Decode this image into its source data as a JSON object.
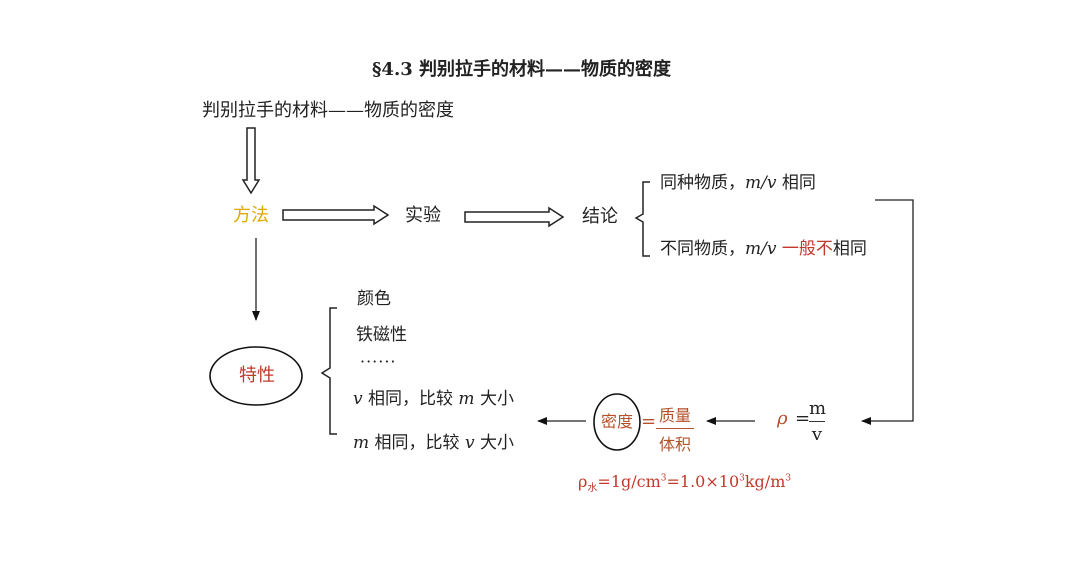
{
  "title": "§4.3 判别拉手的材料——物质的密度",
  "topic": "判别拉手的材料——物质的密度",
  "method": "方法",
  "experiment": "实验",
  "conclusion": "结论",
  "conclusion_items": [
    {
      "prefix": "同种物质，",
      "var": "m/v",
      "mid": "",
      "red": "",
      "suffix": " 相同"
    },
    {
      "prefix": "不同物质，",
      "var": "m/v",
      "mid": " ",
      "red": "一般不",
      "suffix": "相同"
    }
  ],
  "feature": "特性",
  "feature_items": {
    "color": "颜色",
    "magnetism": "铁磁性",
    "ellipsis": "······",
    "v_same_var": "v",
    "v_same_mid": " 相同，比较 ",
    "v_same_var2": "m",
    "v_same_end": " 大小",
    "m_same_var": "m",
    "m_same_mid": " 相同，比较 ",
    "m_same_var2": "v",
    "m_same_end": " 大小"
  },
  "density": {
    "label": "密度",
    "equals": "=",
    "numerator": "质量",
    "denominator": "体积"
  },
  "formula": {
    "rho": "ρ",
    "equals": "=",
    "m": "m",
    "v": "v"
  },
  "water_density": {
    "rho": "ρ",
    "sub": "水",
    "part1": "=1g/cm",
    "sup1": "3",
    "part2": "=1.0×10",
    "sup2": "3",
    "part3": "kg/m",
    "sup3": "3"
  }
}
